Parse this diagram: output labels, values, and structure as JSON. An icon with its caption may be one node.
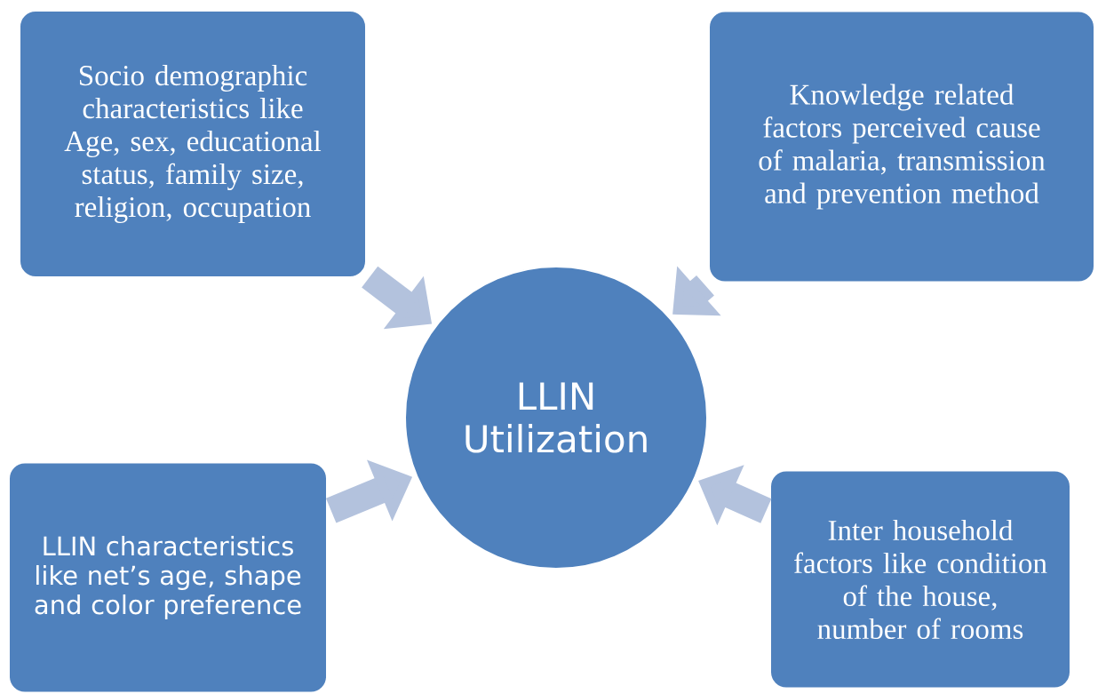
{
  "diagram": {
    "nodes": [
      {
        "text": [
          "Socio demographic characteristics like Age, sex, educational status, family size, religion, occupation"
        ]
      },
      {
        "text": [
          "Knowledge related factors perceived cause of malaria, transmission and prevention method"
        ]
      },
      {
        "text": [
          "LLIN Utilization"
        ]
      },
      {
        "text": [
          "LLIN characteristics like net’s age, shape and color preference"
        ]
      },
      {
        "text": [
          "Inter household factors like condition of the house, number of rooms"
        ]
      }
    ],
    "edges": [
      {
        "from": 0,
        "to": 2,
        "arrow": "to"
      },
      {
        "from": 1,
        "to": 2,
        "arrow": "to"
      },
      {
        "from": 3,
        "to": 2,
        "arrow": "to"
      },
      {
        "from": 4,
        "to": 2,
        "arrow": "to"
      }
    ]
  }
}
